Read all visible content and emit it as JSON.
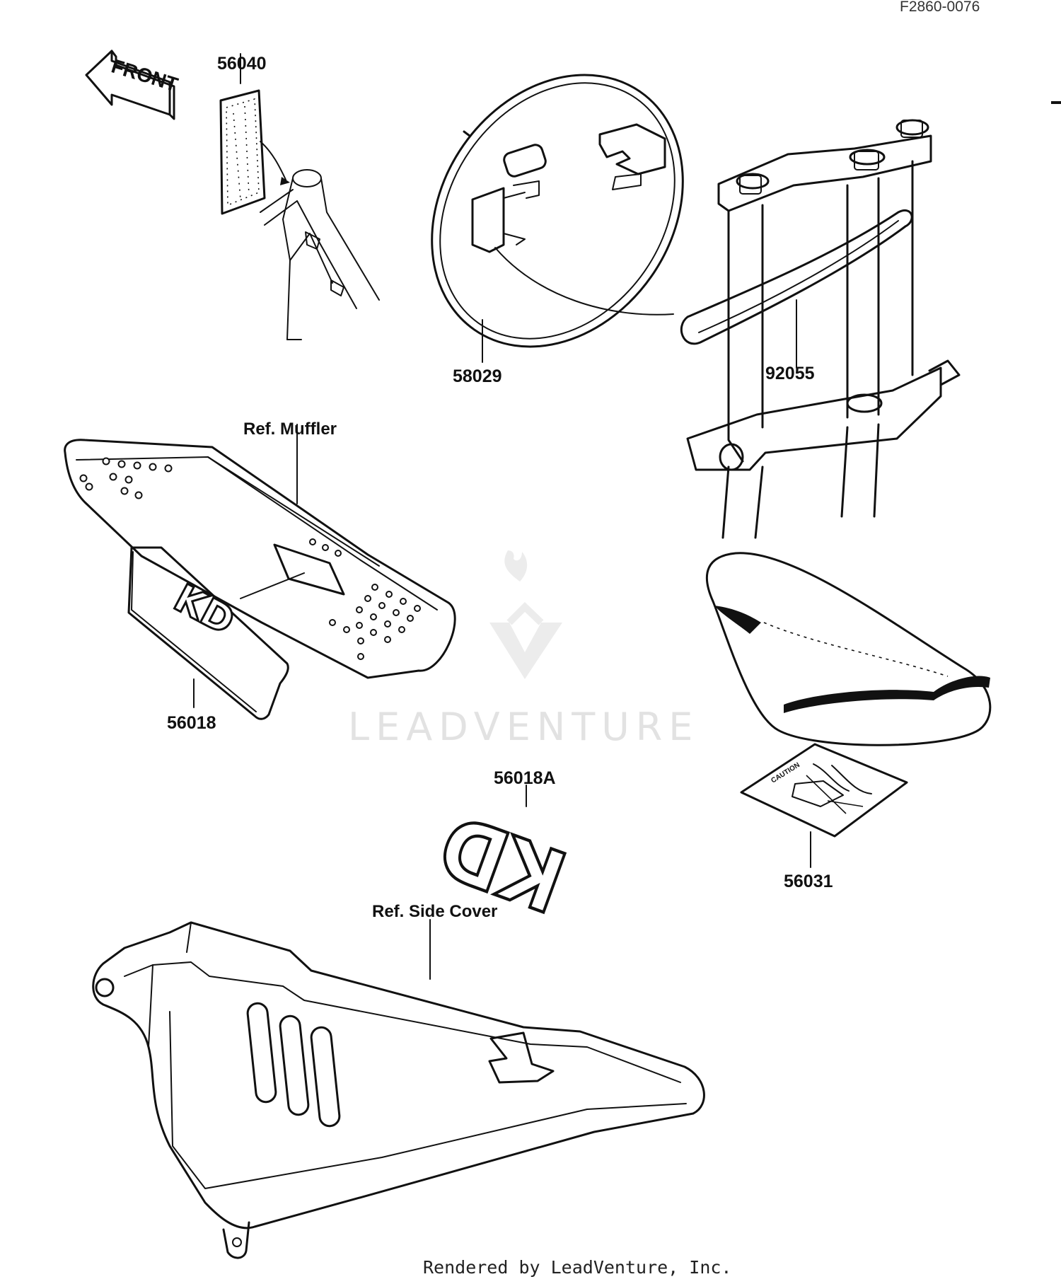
{
  "diagram": {
    "code": "F2860-0076",
    "orientation_badge": "FRONT",
    "part_numbers": {
      "p56040": "56040",
      "p58029": "58029",
      "p92055": "92055",
      "p56018": "56018",
      "p56018A": "56018A",
      "p56031": "56031"
    },
    "references": {
      "muffler": "Ref.  Muffler",
      "side_cover": "Ref.  Side Cover"
    },
    "decal_text": {
      "kd": "KD",
      "caution": "CAUTION"
    },
    "watermark": "LEADVENTURE",
    "footer": "Rendered by LeadVenture, Inc."
  }
}
